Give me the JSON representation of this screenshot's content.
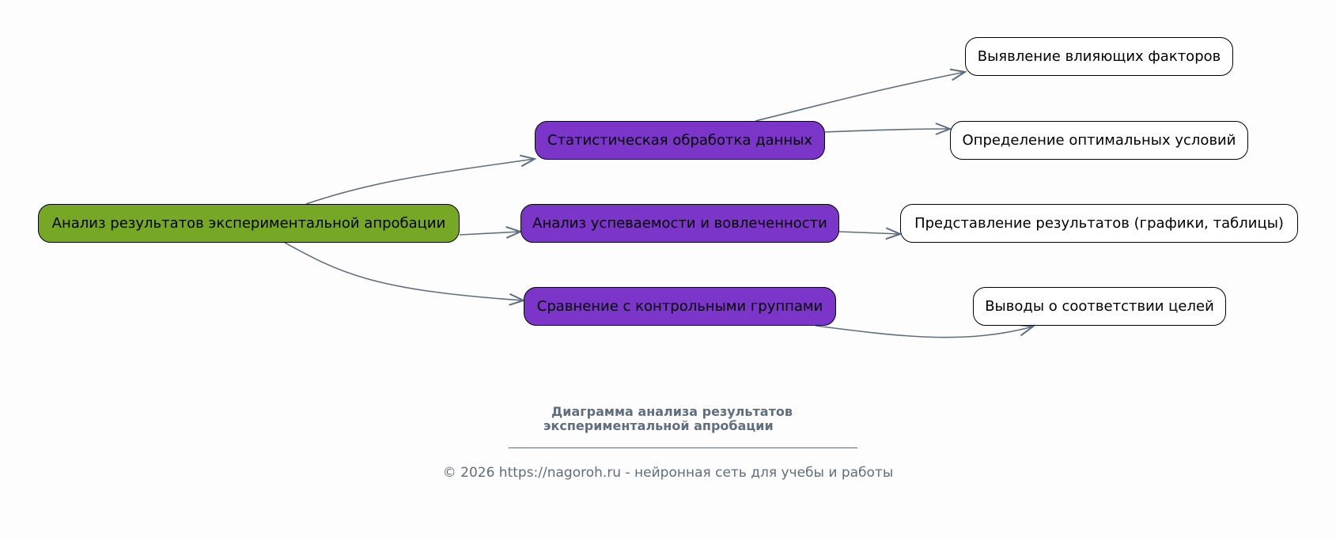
{
  "diagram": {
    "root": {
      "label": "Анализ результатов экспериментальной апробации"
    },
    "middle": [
      {
        "label": "Статистическая обработка данных"
      },
      {
        "label": "Анализ успеваемости и вовлеченности"
      },
      {
        "label": "Сравнение с контрольными группами"
      }
    ],
    "leaves": [
      {
        "label": "Выявление влияющих факторов"
      },
      {
        "label": "Определение оптимальных условий"
      },
      {
        "label": "Представление результатов (графики, таблицы)"
      },
      {
        "label": "Выводы о соответствии целей"
      }
    ],
    "colors": {
      "root_fill": "#76a826",
      "middle_fill": "#7b35c8",
      "leaf_fill": "#ffffff",
      "edge": "#5e6e7e"
    }
  },
  "caption": {
    "title_line1": "Диаграмма анализа результатов",
    "title_line2": "экспериментальной апробации",
    "footer": "© 2026 https://nagoroh.ru - нейронная сеть для учебы и работы"
  }
}
